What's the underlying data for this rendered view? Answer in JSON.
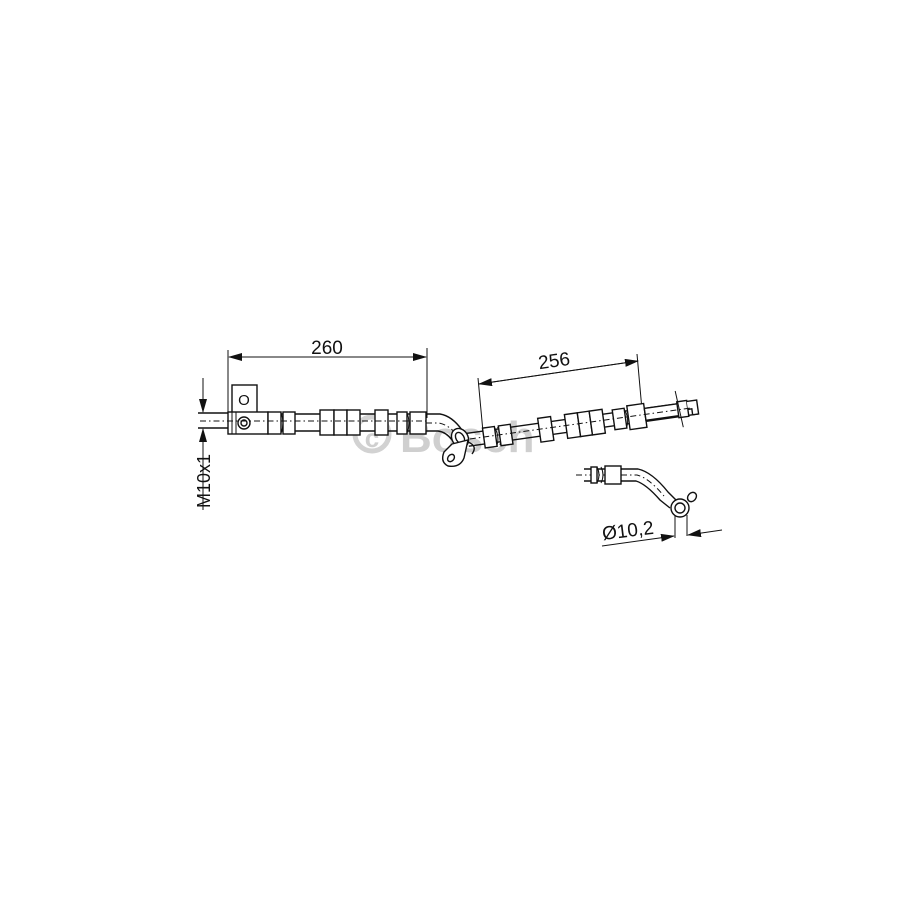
{
  "drawing": {
    "subject": "brake hose",
    "watermark": "© Bosch",
    "colors": {
      "background": "#ffffff",
      "line": "#111111",
      "watermark": "#cfcfcf"
    },
    "dimensions": {
      "left_length": "260",
      "right_length": "256",
      "thread": "M10x1",
      "eye_diameter": "Ø10,2"
    },
    "labels": {
      "bracket_mark": "O"
    }
  }
}
